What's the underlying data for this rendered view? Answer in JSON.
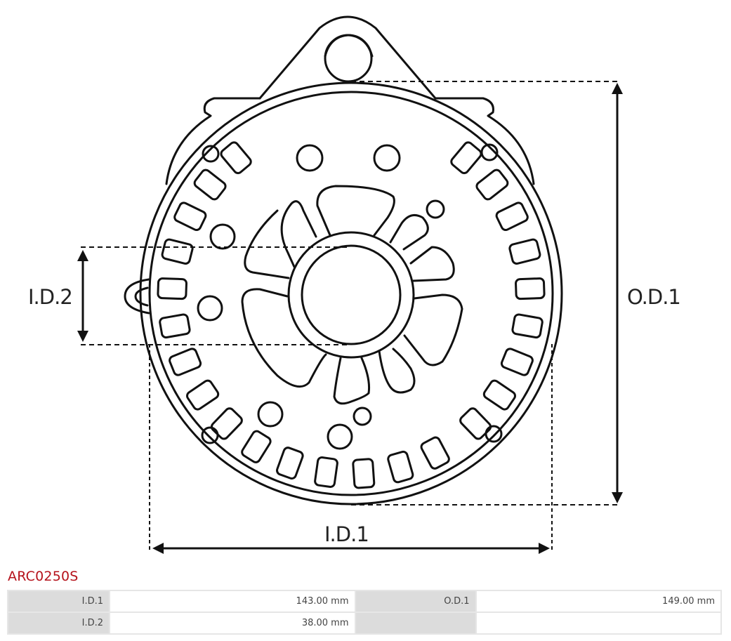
{
  "drawing": {
    "labels": {
      "id1": "I.D.1",
      "id2": "I.D.2",
      "od1": "O.D.1"
    }
  },
  "part": {
    "code": "ARC0250S",
    "accent_color": "#b5121b"
  },
  "specs": {
    "rows": [
      {
        "label_left": "I.D.1",
        "value_left": "143.00 mm",
        "label_right": "O.D.1",
        "value_right": "149.00 mm"
      },
      {
        "label_left": "I.D.2",
        "value_left": "38.00 mm",
        "label_right": "",
        "value_right": ""
      }
    ]
  }
}
